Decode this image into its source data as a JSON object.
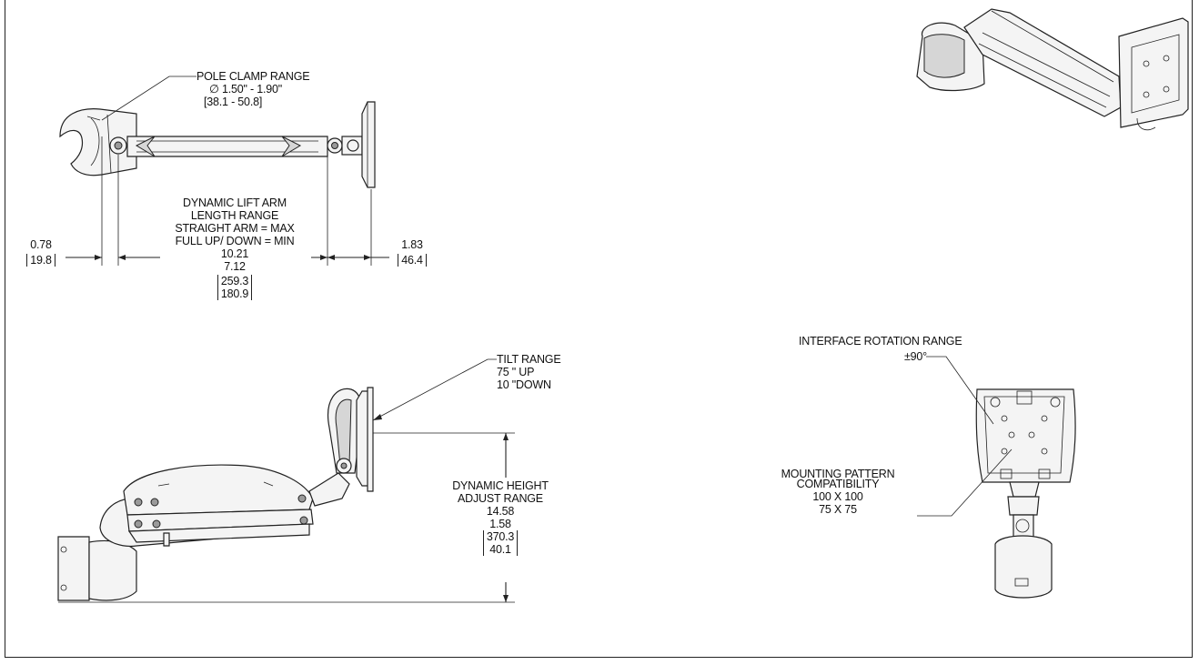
{
  "top_view": {
    "pole_clamp": {
      "title": "POLE CLAMP RANGE",
      "range_in": "∅ 1.50\" - 1.90\"",
      "range_mm": "[38.1 - 50.8]"
    },
    "lift_arm": {
      "line1": "DYNAMIC LIFT ARM",
      "line2": "LENGTH RANGE",
      "line3": "STRAIGHT ARM = MAX",
      "line4": "FULL UP/ DOWN = MIN",
      "max_in": "10.21",
      "min_in": "7.12",
      "max_mm": "259.3",
      "min_mm": "180.9"
    },
    "left_offset": {
      "in": "0.78",
      "mm": "19.8"
    },
    "right_offset": {
      "in": "1.83",
      "mm": "46.4"
    }
  },
  "side_view": {
    "tilt": {
      "title": "TILT RANGE",
      "up": "75 \" UP",
      "down": "10 \"DOWN"
    },
    "height": {
      "line1": "DYNAMIC HEIGHT",
      "line2": "ADJUST RANGE",
      "max_in": "14.58",
      "min_in": "1.58",
      "max_mm": "370.3",
      "min_mm": "40.1"
    }
  },
  "front_view": {
    "rotation": {
      "title": "INTERFACE ROTATION RANGE",
      "value": "±90°"
    },
    "mounting": {
      "line1": "MOUNTING PATTERN",
      "line2": "COMPATIBILITY",
      "pattern1": "100 X 100",
      "pattern2": "75 X 75"
    }
  }
}
